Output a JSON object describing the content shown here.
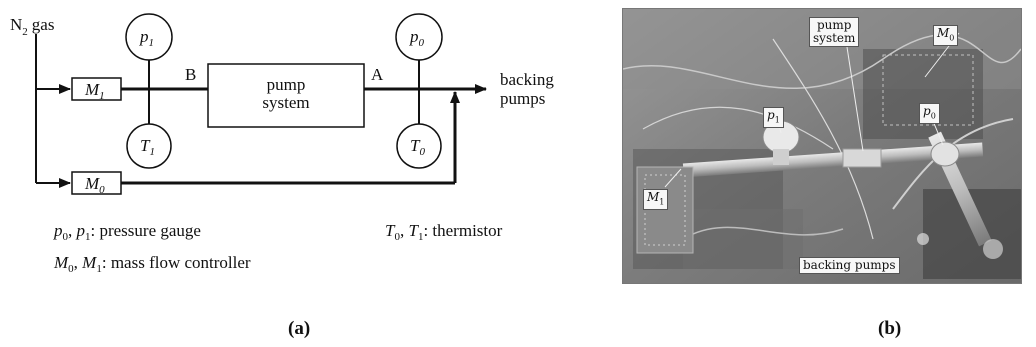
{
  "diagram": {
    "gas_label": "N",
    "gas_sub": "2",
    "gas_word": "gas",
    "node_b": "B",
    "node_a": "A",
    "pump_line1": "pump",
    "pump_line2": "system",
    "backing_line1": "backing",
    "backing_line2": "pumps",
    "p1": {
      "main": "p",
      "sub": "1"
    },
    "p0": {
      "main": "p",
      "sub": "0"
    },
    "t1": {
      "main": "T",
      "sub": "1"
    },
    "t0": {
      "main": "T",
      "sub": "0"
    },
    "m1": {
      "main": "M",
      "sub": "1"
    },
    "m0": {
      "main": "M",
      "sub": "0"
    },
    "legend": {
      "p_sym_a": "p",
      "p_sub_a": "0",
      "p_sym_b": "p",
      "p_sub_b": "1",
      "p_text": ": pressure gauge",
      "t_sym_a": "T",
      "t_sub_a": "0",
      "t_sym_b": "T",
      "t_sub_b": "1",
      "t_text": ": thermistor",
      "m_sym_a": "M",
      "m_sub_a": "0",
      "m_sym_b": "M",
      "m_sub_b": "1",
      "m_text": ": mass flow controller"
    }
  },
  "photo_labels": {
    "pump_line1": "pump",
    "pump_line2": "system",
    "m0": {
      "main": "M",
      "sub": "0"
    },
    "p1": {
      "main": "p",
      "sub": "1"
    },
    "p0": {
      "main": "p",
      "sub": "0"
    },
    "m1": {
      "main": "M",
      "sub": "1"
    },
    "backing": "backing pumps"
  },
  "captions": {
    "a": "(a)",
    "b": "(b)"
  }
}
